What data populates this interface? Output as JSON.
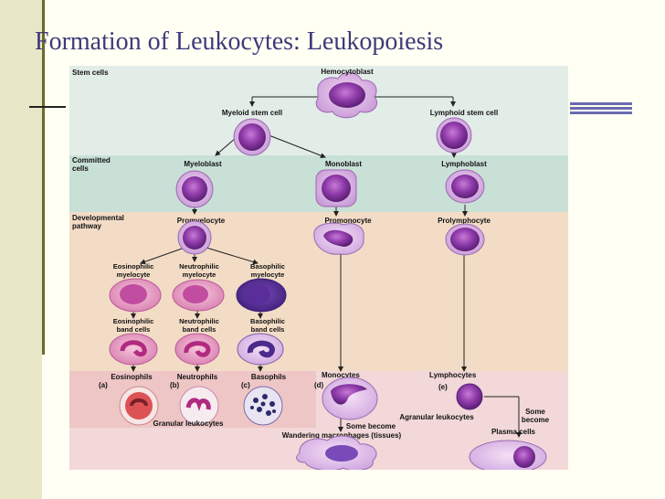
{
  "title": "Formation of Leukocytes: Leukopoiesis",
  "colors": {
    "stem_band": "#e3ede8",
    "committed_band": "#c9e0d7",
    "dev_band": "#f3dcc6",
    "final_band": "#f2d8d8",
    "left_final": "#eec6c6",
    "slide_bg": "#fffff4",
    "title": "#3d3a78"
  },
  "rows": {
    "stem": "Stem cells",
    "committed": [
      "Committed",
      "cells"
    ],
    "developmental": [
      "Developmental",
      "pathway"
    ]
  },
  "cells": {
    "hemocytoblast": "Hemocytoblast",
    "myeloid_stem": "Myeloid stem cell",
    "lymphoid_stem": "Lymphoid stem cell",
    "myeloblast": "Myeloblast",
    "monoblast": "Monoblast",
    "lymphoblast": "Lymphoblast",
    "promyelocyte": "Promyelocyte",
    "promonocyte": "Promonocyte",
    "prolymphocyte": "Prolymphocyte",
    "eos_myelocyte": [
      "Eosinophilic",
      "myelocyte"
    ],
    "neu_myelocyte": [
      "Neutrophilic",
      "myelocyte"
    ],
    "bas_myelocyte": [
      "Basophilic",
      "myelocyte"
    ],
    "eos_band": [
      "Eosinophilic",
      "band cells"
    ],
    "neu_band": [
      "Neutrophilic",
      "band cells"
    ],
    "bas_band": [
      "Basophilic",
      "band cells"
    ],
    "eosinophils": "Eosinophils",
    "neutrophils": "Neutrophils",
    "basophils": "Basophils",
    "monocytes": "Monocytes",
    "lymphocytes": "Lymphocytes"
  },
  "letters": {
    "a": "(a)",
    "b": "(b)",
    "c": "(c)",
    "d": "(d)",
    "e": "(e)"
  },
  "groups": {
    "granular": "Granular leukocytes",
    "agranular": "Agranular leukocytes",
    "some_become": "Some become",
    "wandering": "Wandering macrophages (tissues)",
    "some_become_right": [
      "Some",
      "become"
    ],
    "plasma": "Plasma cells"
  }
}
